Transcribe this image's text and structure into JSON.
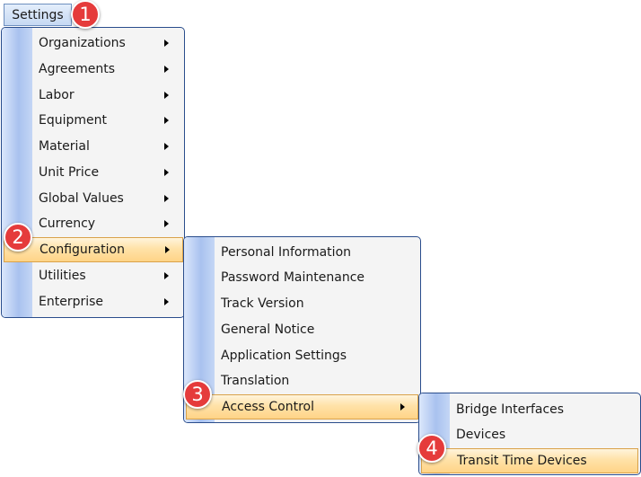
{
  "menubar": {
    "settings_label": "Settings"
  },
  "main_menu": {
    "items": [
      {
        "label": "Organizations",
        "has_submenu": true
      },
      {
        "label": "Agreements",
        "has_submenu": true
      },
      {
        "label": "Labor",
        "has_submenu": true
      },
      {
        "label": "Equipment",
        "has_submenu": true
      },
      {
        "label": "Material",
        "has_submenu": true
      },
      {
        "label": "Unit Price",
        "has_submenu": true
      },
      {
        "label": "Global Values",
        "has_submenu": true
      },
      {
        "label": "Currency",
        "has_submenu": true
      },
      {
        "label": "Configuration",
        "has_submenu": true,
        "highlighted": true
      },
      {
        "label": "Utilities",
        "has_submenu": true
      },
      {
        "label": "Enterprise",
        "has_submenu": true
      }
    ]
  },
  "configuration_menu": {
    "items": [
      {
        "label": "Personal Information"
      },
      {
        "label": "Password Maintenance"
      },
      {
        "label": "Track Version"
      },
      {
        "label": "General Notice"
      },
      {
        "label": "Application Settings"
      },
      {
        "label": "Translation"
      },
      {
        "label": "Access Control",
        "has_submenu": true,
        "highlighted": true
      }
    ]
  },
  "access_control_menu": {
    "items": [
      {
        "label": "Bridge Interfaces"
      },
      {
        "label": "Devices"
      },
      {
        "label": "Transit Time Devices",
        "highlighted": true
      }
    ]
  },
  "step_badges": [
    "1",
    "2",
    "3",
    "4"
  ],
  "colors": {
    "badge": "#e53b3b",
    "menu_border": "#2a4d8c",
    "highlight": "#ffd487",
    "icon_strip": "#a9c2ef"
  }
}
